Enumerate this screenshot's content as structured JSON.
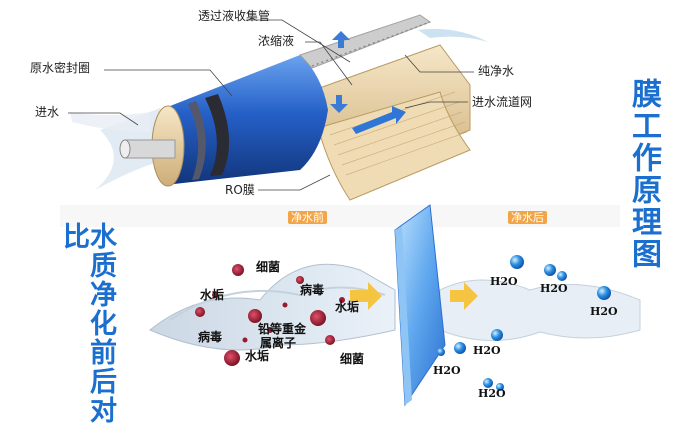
{
  "title_right": "膜工作原理图",
  "title_left": "水质净化前后对比",
  "membrane_labels": {
    "permeate_tube": "透过液收集管",
    "concentrate": "浓缩液",
    "brine_seal": "原水密封圈",
    "pure_water": "纯净水",
    "inlet": "进水",
    "feed_spacer": "进水流道网",
    "ro_membrane": "RO膜"
  },
  "compare_tags": {
    "before": "净水前",
    "after": "净水后"
  },
  "contaminants": [
    "细菌",
    "水垢",
    "病毒",
    "水垢",
    "铅等重金",
    "属离子",
    "病毒",
    "水垢",
    "细菌"
  ],
  "clean_label": "H2O",
  "colors": {
    "title_blue": "#1b6fcf",
    "tube_blue": "#2560c8",
    "droplet_blue": "#2a8fe0",
    "contaminant_red": "#8a1020",
    "arrow_yellow": "#f5c542",
    "membrane_beige": "#e9d3a8"
  }
}
